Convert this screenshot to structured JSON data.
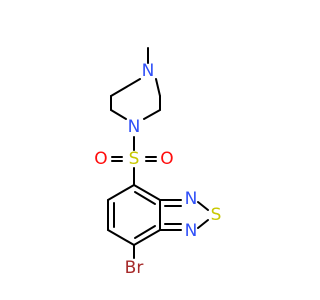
{
  "colors": {
    "carbon": "#000000",
    "nitrogen": "#3050F8",
    "sulfur": "#C8C800",
    "oxygen": "#FF0D0D",
    "bromine": "#A62929"
  },
  "labels": {
    "n_methyl": "N",
    "n_sulfonyl": "N",
    "s_sulfonyl": "S",
    "o_left": "O",
    "o_right": "O",
    "n_ring_top": "N",
    "s_ring": "S",
    "n_ring_bottom": "N",
    "br": "Br"
  }
}
